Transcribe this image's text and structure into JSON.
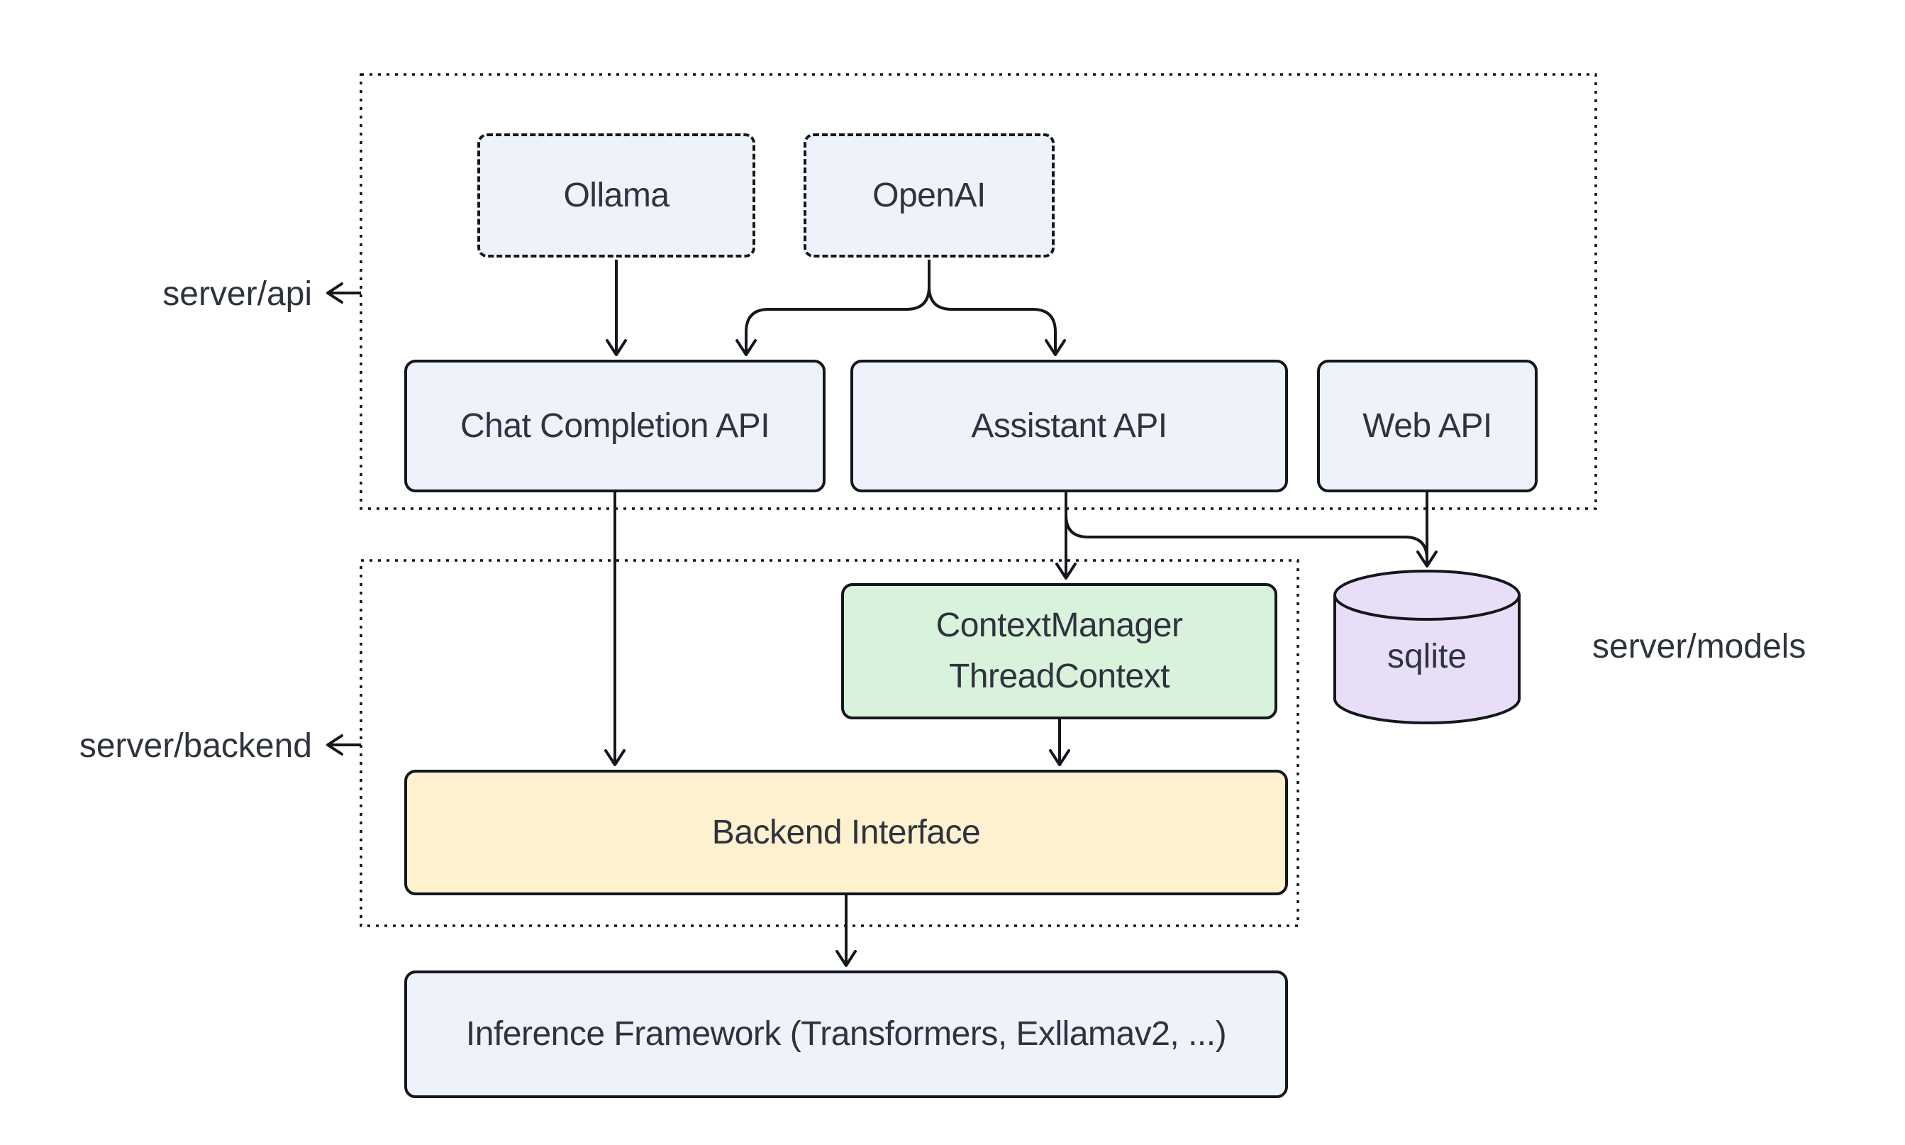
{
  "diagram": {
    "title_hint": "server architecture diagram",
    "groups": {
      "api": {
        "label": "server/api"
      },
      "backend": {
        "label": "server/backend"
      },
      "models": {
        "label": "server/models"
      }
    },
    "nodes": {
      "ollama": {
        "label": "Ollama",
        "style": "dashed",
        "fill": "#eef2fb"
      },
      "openai": {
        "label": "OpenAI",
        "style": "dashed",
        "fill": "#eef2fb"
      },
      "chat_completion": {
        "label": "Chat Completion API",
        "fill": "#eef2fb"
      },
      "assistant_api": {
        "label": "Assistant API",
        "fill": "#eef2fb"
      },
      "web_api": {
        "label": "Web API",
        "fill": "#eef2fb"
      },
      "context_manager": {
        "label": "ContextManager\nThreadContext",
        "fill": "#d9f2db"
      },
      "sqlite": {
        "label": "sqlite",
        "shape": "cylinder",
        "fill": "#e8def7"
      },
      "backend_interface": {
        "label": "Backend Interface",
        "fill": "#fdf1cf"
      },
      "inference": {
        "label": "Inference Framework (Transformers, Exllamav2, ...)",
        "fill": "#eef2fb"
      }
    },
    "edges": [
      {
        "from": "ollama",
        "to": "chat_completion"
      },
      {
        "from": "openai",
        "to": "chat_completion"
      },
      {
        "from": "openai",
        "to": "assistant_api"
      },
      {
        "from": "chat_completion",
        "to": "backend_interface"
      },
      {
        "from": "assistant_api",
        "to": "context_manager"
      },
      {
        "from": "assistant_api",
        "to": "sqlite"
      },
      {
        "from": "web_api",
        "to": "sqlite"
      },
      {
        "from": "context_manager",
        "to": "backend_interface"
      },
      {
        "from": "backend_interface",
        "to": "inference"
      }
    ],
    "colors": {
      "background": "#ffffff",
      "stroke": "#14171c",
      "text": "#2e333d",
      "node_blue": "#eef2fb",
      "node_green": "#d9f2db",
      "node_yellow": "#fdf1cf",
      "node_purple": "#e8def7"
    }
  }
}
